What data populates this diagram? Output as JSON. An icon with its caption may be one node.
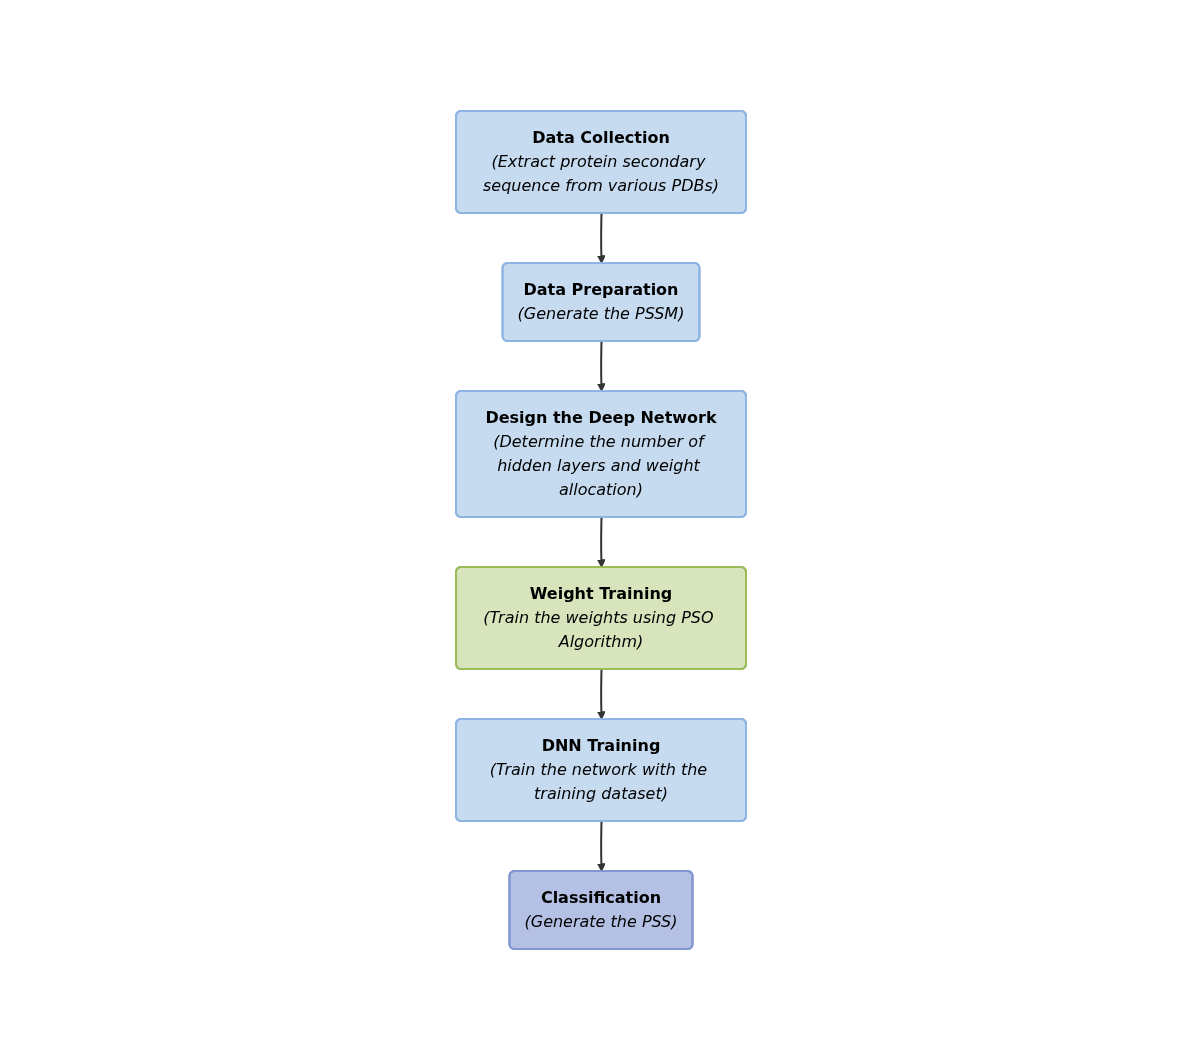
{
  "diagram": {
    "nodes": [
      {
        "text": [
          "Data Collection",
          "(Extract protein secondary sequence from various PDBs)"
        ]
      },
      {
        "text": [
          "Data Preparation",
          "(Generate the PSSM)"
        ]
      },
      {
        "text": [
          "Design the Deep Network",
          "(Determine the number of hidden layers and weight allocation)"
        ]
      },
      {
        "text": [
          "Weight Training",
          "(Train the weights using PSO Algorithm)"
        ]
      },
      {
        "text": [
          "DNN Training",
          "(Train the network with the training dataset)"
        ]
      },
      {
        "text": [
          "Classification",
          "(Generate the PSS)"
        ]
      }
    ],
    "edges": [
      {
        "from": 0,
        "to": 1,
        "arrow": "to"
      },
      {
        "from": 1,
        "to": 2,
        "arrow": "to"
      },
      {
        "from": 2,
        "to": 3,
        "arrow": "to"
      },
      {
        "from": 3,
        "to": 4,
        "arrow": "to"
      },
      {
        "from": 4,
        "to": 5,
        "arrow": "to"
      }
    ]
  }
}
